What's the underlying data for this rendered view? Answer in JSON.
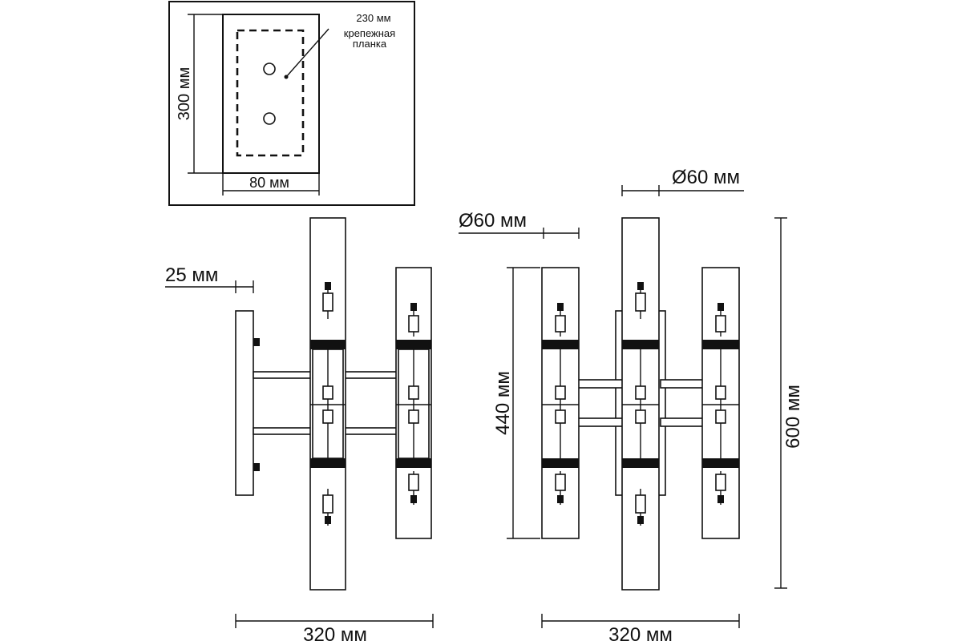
{
  "inset": {
    "dim_width_top": "230 мм",
    "label_line1": "крепежная",
    "label_line2": "планка",
    "dim_height": "300 мм",
    "dim_width": "80 мм"
  },
  "side_view": {
    "dim_depth": "25 мм",
    "dim_width": "320 мм"
  },
  "front_view": {
    "dim_diameter_left": "Ø60 мм",
    "dim_diameter_top": "Ø60 мм",
    "dim_height_inner": "440 мм",
    "dim_height_total": "600 мм",
    "dim_width": "320 мм"
  }
}
